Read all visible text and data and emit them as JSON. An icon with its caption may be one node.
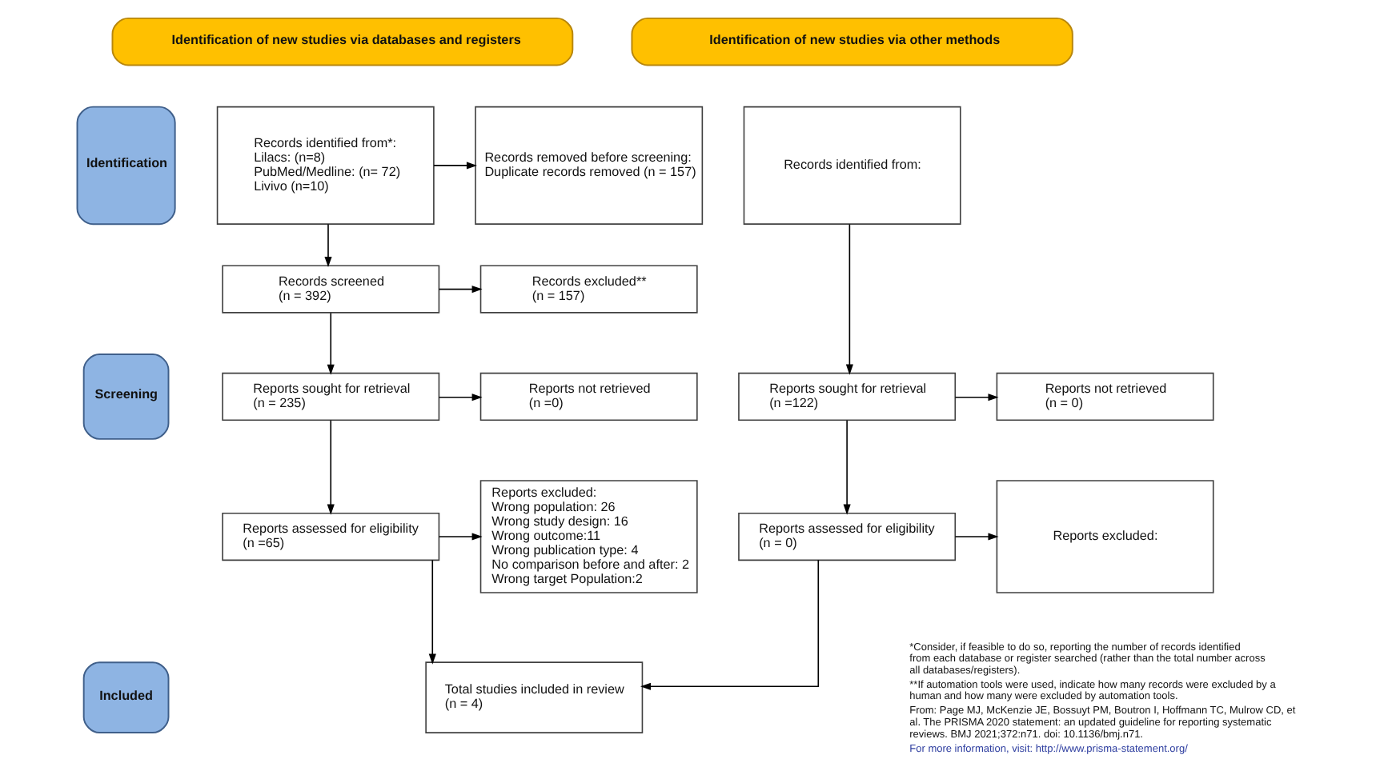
{
  "diagram": {
    "nodes": [
      {
        "text": [
          "Identification of new studies via databases and registers"
        ]
      },
      {
        "text": [
          "Identification of new studies via other methods"
        ]
      },
      {
        "text": [
          "Identification"
        ]
      },
      {
        "text": [
          "Records identified from*:",
          "Lilacs: (n=8)",
          "PubMed/Medline: (n= 72)",
          "Livivo (n=10)"
        ]
      },
      {
        "text": [
          "Records removed before screening:",
          "Duplicate records removed (n = 157)"
        ]
      },
      {
        "text": [
          "Records identified from:"
        ]
      },
      {
        "text": [
          "Screening"
        ]
      },
      {
        "text": [
          "Records screened (n = 392)"
        ]
      },
      {
        "text": [
          "Records excluded** (n = 157)"
        ]
      },
      {
        "text": [
          "Reports sought for retrieval (n = 235)"
        ]
      },
      {
        "text": [
          "Reports not retrieved (n =0)"
        ]
      },
      {
        "text": [
          "Reports sought for retrieval (n =122)"
        ]
      },
      {
        "text": [
          "Reports not retrieved (n = 0)"
        ]
      },
      {
        "text": [
          "Reports assessed for eligibility (n =65)"
        ]
      },
      {
        "text": [
          "Reports excluded:",
          "Wrong population: 26",
          "Wrong study design: 16",
          "Wrong outcome:11",
          "Wrong publication type: 4",
          "No comparison before and after: 2",
          "Wrong target Population:2"
        ]
      },
      {
        "text": [
          "Reports assessed for eligibility (n = 0)"
        ]
      },
      {
        "text": [
          "Reports excluded:"
        ]
      },
      {
        "text": [
          "Included"
        ]
      },
      {
        "text": [
          "Total studies included in review (n = 4)"
        ]
      }
    ],
    "edges": [
      {
        "from": 3,
        "to": 4,
        "arrow": "to"
      },
      {
        "from": 3,
        "to": 7,
        "arrow": "to"
      },
      {
        "from": 7,
        "to": 8,
        "arrow": "to"
      },
      {
        "from": 7,
        "to": 9,
        "arrow": "to"
      },
      {
        "from": 9,
        "to": 10,
        "arrow": "to"
      },
      {
        "from": 9,
        "to": 13,
        "arrow": "to"
      },
      {
        "from": 13,
        "to": 14,
        "arrow": "to"
      },
      {
        "from": 13,
        "to": 18,
        "arrow": "to"
      },
      {
        "from": 5,
        "to": 11,
        "arrow": "to"
      },
      {
        "from": 11,
        "to": 12,
        "arrow": "to"
      },
      {
        "from": 11,
        "to": 15,
        "arrow": "to"
      },
      {
        "from": 15,
        "to": 16,
        "arrow": "to"
      },
      {
        "from": 15,
        "to": 18,
        "arrow": "to"
      }
    ],
    "labels": [
      "*Consider, if feasible to do so, reporting the number of records identified from each database or register searched (rather than the total number across all databases/registers).",
      "**If automation tools were used, indicate how many records were excluded by a human and how many were excluded by automation tools.",
      "From: Page MJ, McKenzie JE, Bossuyt PM, Boutron I, Hoffmann TC, Mulrow CD, et al. The PRISMA 2020 statement: an updated guideline for reporting systematic reviews. BMJ 2021;372:n71. doi: 10.1136/bmj.n71.",
      "For more information, visit: http://www.prisma-statement.org/"
    ]
  }
}
